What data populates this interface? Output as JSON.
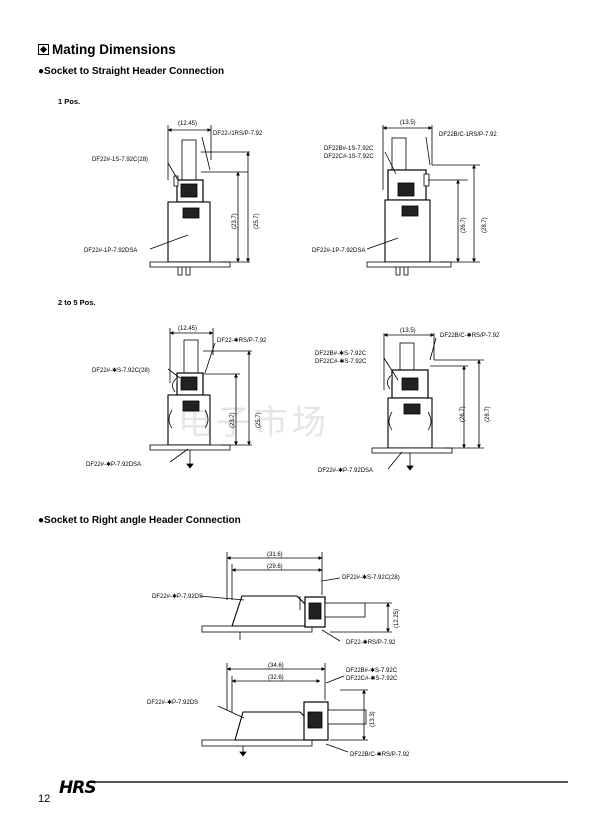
{
  "title": "Mating Dimensions",
  "sections": [
    {
      "heading": "●Socket to Straight Header Connection"
    },
    {
      "heading": "●Socket to Right angle Header Connection"
    }
  ],
  "subsections": [
    "1 Pos.",
    "2 to 5 Pos."
  ],
  "diagrams": {
    "d1": {
      "top_dim": "(12.45)",
      "dim_a": "(23.7)",
      "dim_b": "(25.7)",
      "label_socket": "DF22#-1S-7.92C(28)",
      "label_receptacle": "DF22-/1RS/P-7.92",
      "label_header": "DF22#-1P-7.92DSA"
    },
    "d2": {
      "top_dim": "(13.5)",
      "dim_a": "(26.7)",
      "dim_b": "(28.7)",
      "label_socket_1": "DF22B#-1S-7.92C",
      "label_socket_2": "DF22C#-1S-7.92C",
      "label_receptacle": "DF22B/C-1RS/P-7.92",
      "label_header": "DF22#-1P-7.92DSA"
    },
    "d3": {
      "top_dim": "(12.45)",
      "dim_a": "(23.7)",
      "dim_b": "(25.7)",
      "label_socket": "DF22#-✱S-7.92C(28)",
      "label_receptacle": "DF22-✱RS/P-7.92",
      "label_header": "DF22#-✱P-7.92DSA"
    },
    "d4": {
      "top_dim": "(13.5)",
      "dim_a": "(26.7)",
      "dim_b": "(28.7)",
      "label_socket_1": "DF22B#-✱S-7.92C",
      "label_socket_2": "DF22C#-✱S-7.92C",
      "label_receptacle": "DF22B/C-✱RS/P-7.92",
      "label_header": "DF22#-✱P-7.92DSA"
    },
    "d5": {
      "dim_outer": "(31.6)",
      "dim_inner": "(29.6)",
      "dim_height": "(12.25)",
      "label_header": "DF22#-✱P-7.92DS",
      "label_socket": "DF22#-✱S-7.92C(28)",
      "label_receptacle": "DF22-✱RS/P-7.92"
    },
    "d6": {
      "dim_outer": "(34.6)",
      "dim_inner": "(32.6)",
      "dim_height": "(13.3)",
      "label_header": "DF22#-✱P-7.92DS",
      "label_socket_1": "DF22B#-✱S-7.92C",
      "label_socket_2": "DF22C#-✱S-7.92C",
      "label_receptacle": "DF22B/C-✱RS/P-7.92"
    }
  },
  "watermark": "电子市场",
  "footer": {
    "page_number": "12",
    "logo": "HRS"
  }
}
